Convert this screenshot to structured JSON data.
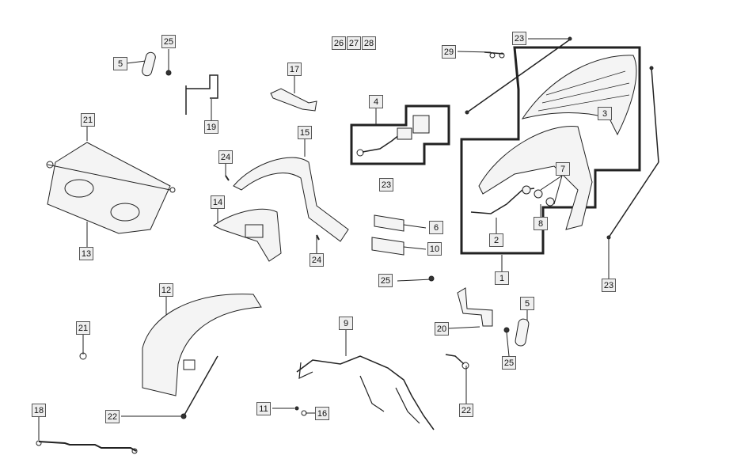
{
  "callouts": {
    "c1": "1",
    "c2": "2",
    "c3": "3",
    "c4": "4",
    "c5a": "5",
    "c5b": "5",
    "c6": "6",
    "c7": "7",
    "c8": "8",
    "c9": "9",
    "c10": "10",
    "c11": "11",
    "c12": "12",
    "c13": "13",
    "c14": "14",
    "c15": "15",
    "c16": "16",
    "c17": "17",
    "c18": "18",
    "c19": "19",
    "c20": "20",
    "c21a": "21",
    "c21b": "21",
    "c22a": "22",
    "c22b": "22",
    "c23a": "23",
    "c23b": "23",
    "c23c": "23",
    "c24a": "24",
    "c24b": "24",
    "c25a": "25",
    "c25b": "25",
    "c25c": "25",
    "c26": "26",
    "c27": "27",
    "c28": "28",
    "c29": "29"
  },
  "colors": {
    "line": "#222222",
    "label_bg": "#eeeeee",
    "part": "#f4f4f4"
  }
}
